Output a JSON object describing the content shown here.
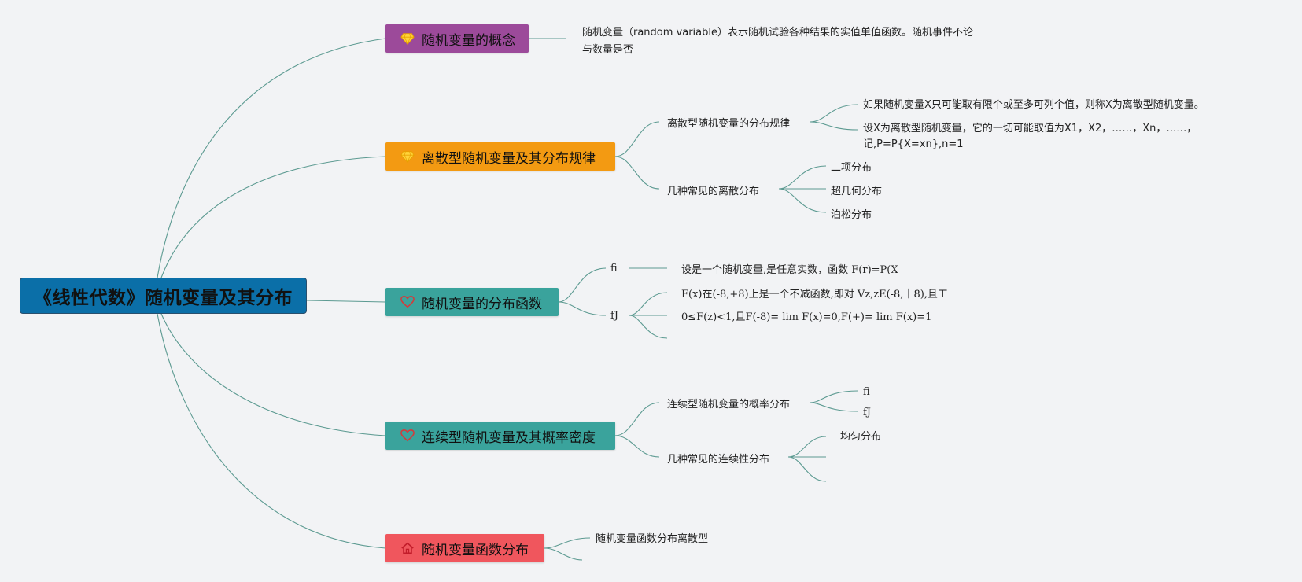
{
  "root": {
    "title": "《线性代数》随机变量及其分布"
  },
  "branches": {
    "concept": {
      "label": "随机变量的概念",
      "icon": "diamond-icon",
      "color": "#9c4a9a",
      "desc": "随机变量（random variable）表示随机试验各种结果的实值单值函数。随机事件不论与数量是否"
    },
    "discrete": {
      "label": "离散型随机变量及其分布规律",
      "icon": "diamond-icon",
      "color": "#f39a12",
      "law": {
        "label": "离散型随机变量的分布规律",
        "def1": "如果随机变量X只可能取有限个或至多可列个值，则称X为离散型随机变量。",
        "def2_line1": "设X为离散型随机变量，它的一切可能取值为X1，X2，……，Xn，……，",
        "def2_line2": "记,P=P{X=xn},n=1"
      },
      "common": {
        "label": "几种常见的离散分布",
        "items": [
          "二项分布",
          "超几何分布",
          "泊松分布"
        ]
      }
    },
    "cdf": {
      "label": "随机变量的分布函数",
      "icon": "heart-icon",
      "color": "#3aa39c",
      "fi": {
        "label": "fi",
        "text": "设是一个随机变量,是任意实数，函数 F(r)=P(X"
      },
      "fj": {
        "label": "fJ",
        "line1": "F(x)在(-8,+8)上是一个不减函数,即对 Vz,zE(-8,十8),且工",
        "line2": "0≤F(z)<1,且F(-8)= lim F(x)=0,F(+)= lim F(x)=1"
      }
    },
    "continuous": {
      "label": "连续型随机变量及其概率密度",
      "icon": "heart-icon",
      "color": "#3aa39c",
      "prob": {
        "label": "连续型随机变量的概率分布",
        "items": [
          "fi",
          "fJ"
        ]
      },
      "common": {
        "label": "几种常见的连续性分布",
        "items": [
          "均匀分布"
        ]
      }
    },
    "function": {
      "label": "随机变量函数分布",
      "icon": "home-icon",
      "color": "#f0565d",
      "item": "随机变量函数分布离散型"
    }
  }
}
